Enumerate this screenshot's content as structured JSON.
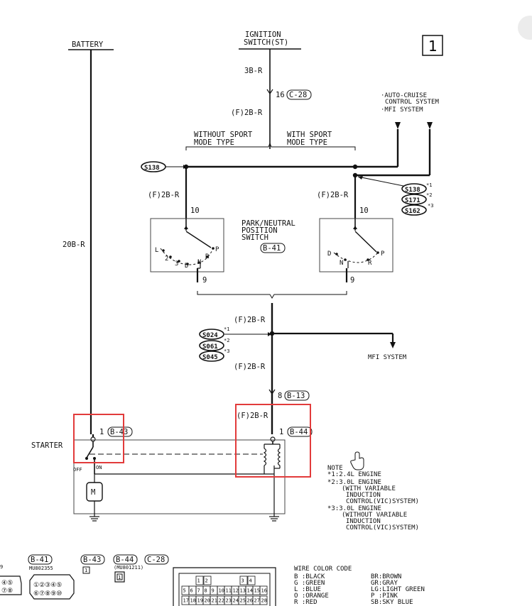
{
  "page_number": "1",
  "labels": {
    "battery": "BATTERY",
    "ignition_line1": "IGNITION",
    "ignition_line2": "SWITCH(ST)",
    "wire_3b_r": "3B-R",
    "pin_16": "16",
    "conn_c28": "C-28",
    "wire_f2br_top": "(F)2B-R",
    "without_sport_1": "WITHOUT SPORT",
    "without_sport_2": "MODE TYPE",
    "with_sport_1": "WITH SPORT",
    "with_sport_2": "MODE TYPE",
    "auto_cruise_1": "·AUTO-CRUISE",
    "auto_cruise_2": "CONTROL SYSTEM",
    "auto_cruise_3": "·MFI SYSTEM",
    "s138_left": "S138",
    "s138_right": "S138",
    "s171": "S171",
    "s162": "S162",
    "mark1": "*1",
    "mark2": "*2",
    "mark3": "*3",
    "wire_f2br_left": "(F)2B-R",
    "wire_f2br_right": "(F)2B-R",
    "pin_10_left": "10",
    "pin_10_right": "10",
    "pns_1": "PARK/NEUTRAL",
    "pns_2": "POSITION",
    "pns_3": "SWITCH",
    "conn_b41": "B-41",
    "wire_20b_r": "20B-R",
    "pos_L": "L",
    "pos_2": "2",
    "pos_3": "3",
    "pos_D": "D",
    "pos_N": "N",
    "pos_R": "R",
    "pos_P": "P",
    "pos_D2": "D",
    "pos_N2": "N",
    "pos_R2": "R",
    "pos_P2": "P",
    "pin_9_left": "9",
    "pin_9_right": "9",
    "wire_f2br_mid": "(F)2B-R",
    "s024": "S024",
    "s061": "S061",
    "s045": "S045",
    "mfi_system": "MFI SYSTEM",
    "wire_f2br_low": "(F)2B-R",
    "pin_8": "8",
    "conn_b13": "B-13",
    "wire_f2br_bottom": "(F)2B-R",
    "pin_1_left": "1",
    "conn_b43": "B-43",
    "pin_1_right": "1",
    "conn_b44": "B-44",
    "starter": "STARTER",
    "off": "OFF",
    "on": "ON",
    "motor": "M"
  },
  "note": {
    "title": "NOTE",
    "line1": "*1:2.4L ENGINE",
    "line2": "*2:3.0L ENGINE",
    "line3": "(WITH VARIABLE",
    "line4": "INDUCTION",
    "line5": "CONTROL(VIC)SYSTEM)",
    "line6": "*3:3.0L ENGINE",
    "line7": "(WITHOUT VARIABLE",
    "line8": "INDUCTION",
    "line9": "CONTROL(VIC)SYSTEM)"
  },
  "connectors": {
    "b41": "B-41",
    "b41_part": "MU802355",
    "b43": "B-43",
    "b43_pin": "1",
    "b44": "B-44",
    "b44_part": "(MU801211)",
    "b44_pin": "1",
    "c28": "C-28",
    "left_part_fragment": "9",
    "b41_row1": "①②③④⑤",
    "b41_row2": "⑥⑦⑧⑨⑩",
    "left_row1": "④⑤",
    "left_row2": "⑦⑧",
    "c28_pins_row1": [
      "1",
      "2",
      "3",
      "4"
    ],
    "c28_pins_row2": [
      "5",
      "6",
      "7",
      "8",
      "9",
      "10",
      "11",
      "12",
      "13",
      "14",
      "15",
      "16"
    ],
    "c28_pins_row3": [
      "17",
      "18",
      "19",
      "20",
      "21",
      "22",
      "23",
      "24",
      "25",
      "26",
      "27",
      "28"
    ]
  },
  "wire_color_code": {
    "title": "WIRE COLOR CODE",
    "left": [
      "B :BLACK",
      "G :GREEN",
      "L :BLUE",
      "O :ORANGE",
      "R :RED"
    ],
    "right": [
      "BR:BROWN",
      "GR:GRAY",
      "LG:LIGHT GREEN",
      "P :PINK",
      "SB:SKY BLUE"
    ]
  },
  "highlight_color": "#e23b3b"
}
